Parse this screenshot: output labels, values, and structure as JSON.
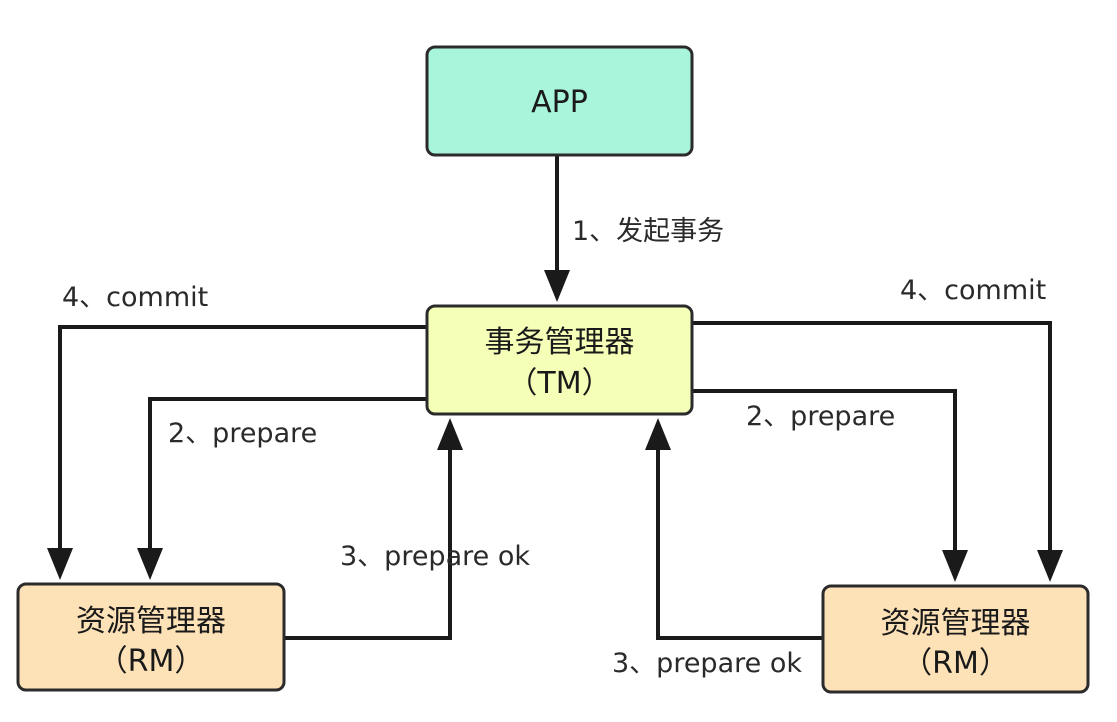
{
  "diagram": {
    "nodes": {
      "app": {
        "label": "APP",
        "fill": "#a8f5dc"
      },
      "tm": {
        "label_line1": "事务管理器",
        "label_line2": "（TM）",
        "fill": "#f6ffb8"
      },
      "rm_left": {
        "label_line1": "资源管理器",
        "label_line2": "（RM）",
        "fill": "#fde2b8"
      },
      "rm_right": {
        "label_line1": "资源管理器",
        "label_line2": "（RM）",
        "fill": "#fde2b8"
      }
    },
    "edges": {
      "start": {
        "label": "1、发起事务"
      },
      "commit_left": {
        "label": "4、commit"
      },
      "commit_right": {
        "label": "4、commit"
      },
      "prepare_left": {
        "label": "2、prepare"
      },
      "prepare_right": {
        "label": "2、prepare"
      },
      "prepare_ok_left": {
        "label": "3、prepare ok"
      },
      "prepare_ok_right": {
        "label": "3、prepare ok"
      }
    },
    "colors": {
      "stroke": "#1a1a1a"
    }
  }
}
